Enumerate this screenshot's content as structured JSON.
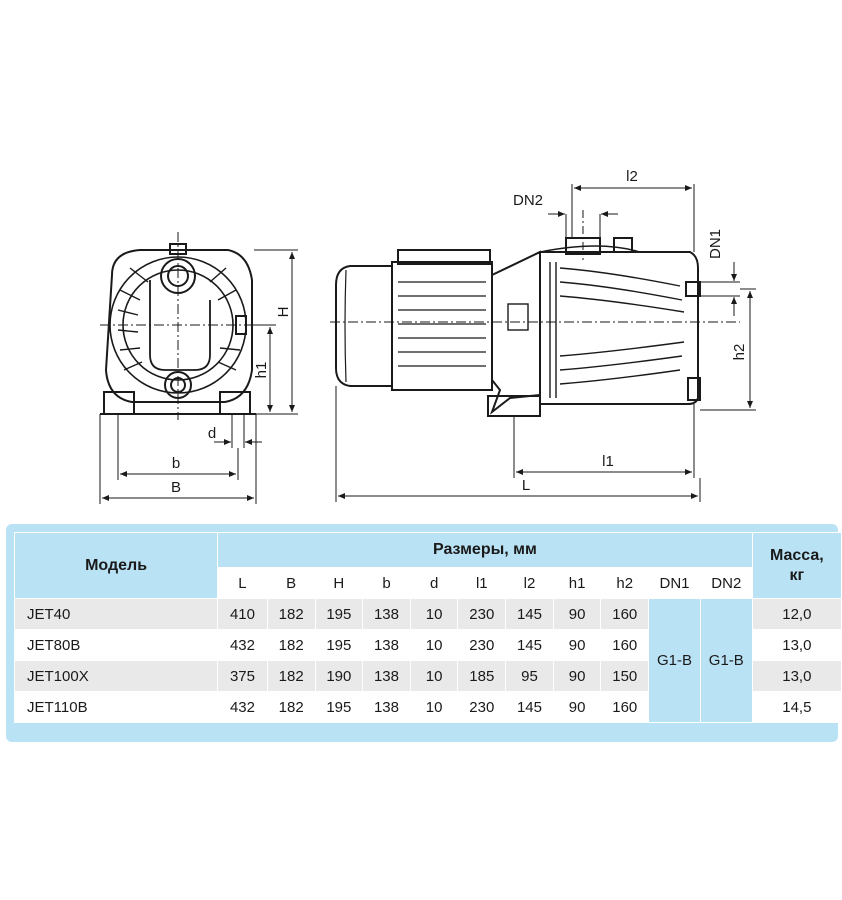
{
  "dimension_labels": {
    "H": "H",
    "h1": "h1",
    "d": "d",
    "b": "b",
    "B": "B",
    "DN2": "DN2",
    "l2": "l2",
    "DN1": "DN1",
    "h2": "h2",
    "l1": "l1",
    "L": "L"
  },
  "table": {
    "model_header": "Модель",
    "dims_header": "Размеры, мм",
    "mass_header_line1": "Масса,",
    "mass_header_line2": "кг",
    "columns": [
      "L",
      "B",
      "H",
      "b",
      "d",
      "l1",
      "l2",
      "h1",
      "h2",
      "DN1",
      "DN2"
    ],
    "rows": [
      {
        "model": "JET40",
        "L": "410",
        "B": "182",
        "H": "195",
        "b": "138",
        "d": "10",
        "l1": "230",
        "l2": "145",
        "h1": "90",
        "h2": "160",
        "mass": "12,0"
      },
      {
        "model": "JET80B",
        "L": "432",
        "B": "182",
        "H": "195",
        "b": "138",
        "d": "10",
        "l1": "230",
        "l2": "145",
        "h1": "90",
        "h2": "160",
        "mass": "13,0"
      },
      {
        "model": "JET100X",
        "L": "375",
        "B": "182",
        "H": "190",
        "b": "138",
        "d": "10",
        "l1": "185",
        "l2": "95",
        "h1": "90",
        "h2": "150",
        "mass": "13,0"
      },
      {
        "model": "JET110B",
        "L": "432",
        "B": "182",
        "H": "195",
        "b": "138",
        "d": "10",
        "l1": "230",
        "l2": "145",
        "h1": "90",
        "h2": "160",
        "mass": "14,5"
      }
    ],
    "dn1_merged": "G1-B",
    "dn2_merged": "G1-B"
  },
  "colors": {
    "header_bg": "#b9e2f5",
    "row_stripe": "#e9e9e9",
    "line": "#1a1a1a"
  }
}
